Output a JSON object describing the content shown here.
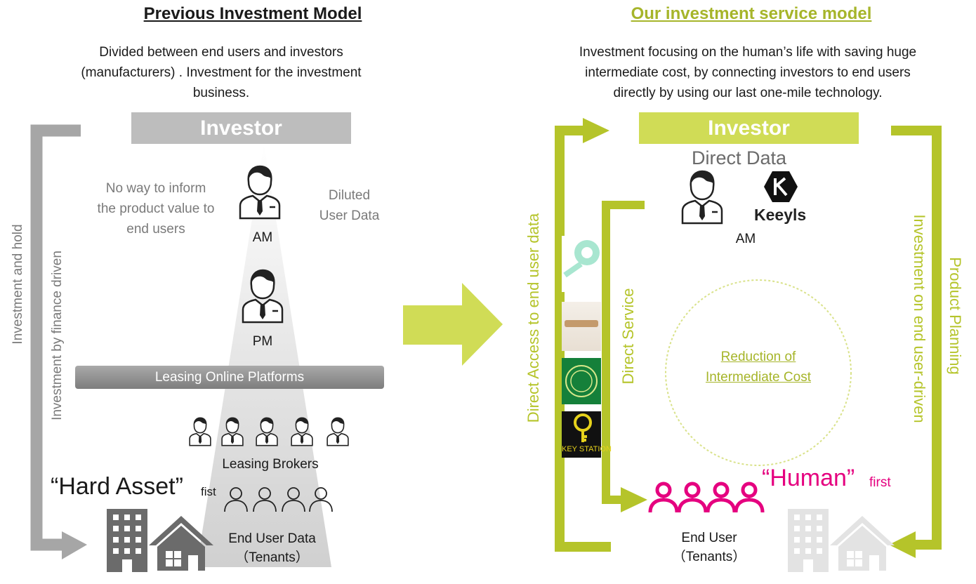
{
  "left": {
    "title": "Previous Investment Model",
    "subtitle_lines": [
      "Divided between end users and investors",
      "(manufacturers) . Investment for the investment",
      "business."
    ],
    "investor_label": "Investor",
    "no_way_lines": [
      "No way to inform",
      "the product value to",
      "end users"
    ],
    "diluted_lines": [
      "Diluted",
      "User Data"
    ],
    "am_label": "AM",
    "pm_label": "PM",
    "platforms_label": "Leasing Online Platforms",
    "brokers_label": "Leasing Brokers",
    "hard_asset_label": "“Hard Asset”",
    "fist_label": "fist",
    "end_user_data_lines": [
      "End User Data",
      "（Tenants）"
    ],
    "side_label_outer": "Investment and hold",
    "side_label_inner": "Investment by finance driven"
  },
  "right": {
    "title": "Our investment service model",
    "subtitle_lines": [
      "Investment focusing on the human’s life with saving huge",
      "intermediate cost, by connecting investors to end users",
      "directly by using our last one-mile technology."
    ],
    "investor_label": "Investor",
    "direct_data_label": "Direct Data",
    "keeyls_label": "Keeyls",
    "am_label": "AM",
    "reduction_lines": [
      "Reduction of",
      "Intermediate Cost"
    ],
    "human_label": "“Human”",
    "first_label": "first",
    "end_user_lines": [
      "End User",
      "（Tenants）"
    ],
    "direct_access_label": "Direct Access to end user data",
    "direct_service_label": "Direct Service",
    "product_planning_label": "Product  Planning",
    "investment_end_user_label": "Investment on end user-driven",
    "key_station_label": "KEY STATION"
  },
  "colors": {
    "lime": "#b5c42a",
    "lime_bright": "#d0dc56",
    "pink": "#e5007f",
    "gray_bar": "#bdbdbd",
    "gray_arrow": "#a6a6a6",
    "building": "#6b6b6b"
  }
}
